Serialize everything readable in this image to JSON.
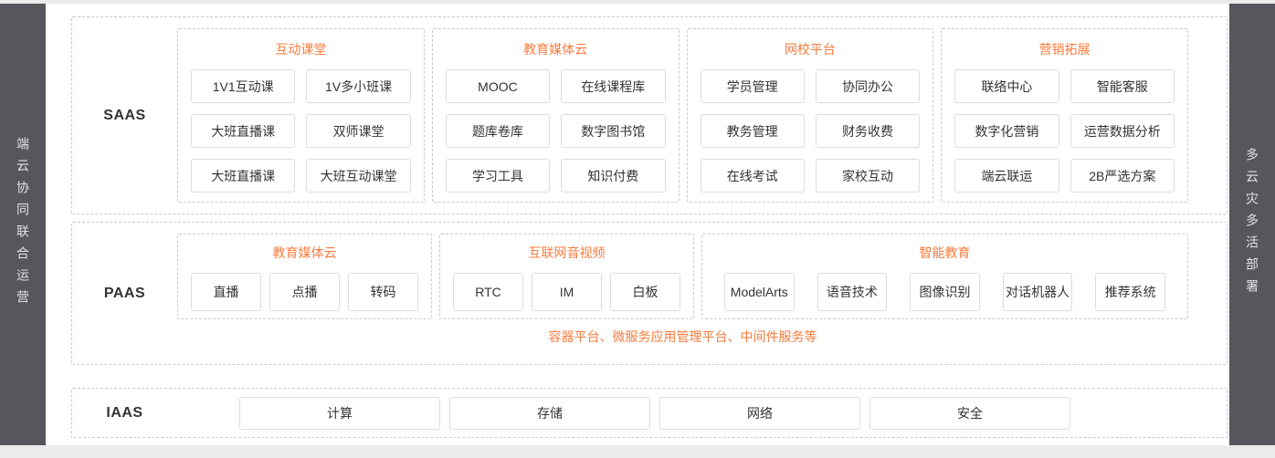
{
  "colors": {
    "accent": "#F87B3D",
    "sidebar_bg": "#57565C",
    "sidebar_text": "#E2E2E5",
    "node_border": "#DDDDDD",
    "dashed_border": "#C9C9C9",
    "text": "#333333",
    "main_bg": "#FFFFFF",
    "edge_bg": "#EBEBEB"
  },
  "left_banner": {
    "text": "端云协同联合运营"
  },
  "right_banner": {
    "text": "多云灾多活部署"
  },
  "layers": {
    "saas": {
      "label": "SAAS",
      "groups": [
        {
          "title": "互动课堂",
          "items": [
            "1V1互动课",
            "1V多小班课",
            "大班直播课",
            "双师课堂",
            "大班直播课",
            "大班互动课堂"
          ]
        },
        {
          "title": "教育媒体云",
          "items": [
            "MOOC",
            "在线课程库",
            "题库卷库",
            "数字图书馆",
            "学习工具",
            "知识付费"
          ]
        },
        {
          "title": "网校平台",
          "items": [
            "学员管理",
            "协同办公",
            "教务管理",
            "财务收费",
            "在线考试",
            "家校互动"
          ]
        },
        {
          "title": "营销拓展",
          "items": [
            "联络中心",
            "智能客服",
            "数字化营销",
            "运营数据分析",
            "端云联运",
            "2B严选方案"
          ]
        }
      ]
    },
    "paas": {
      "label": "PAAS",
      "groups": [
        {
          "title": "教育媒体云",
          "items": [
            "直播",
            "点播",
            "转码"
          ]
        },
        {
          "title": "互联网音视频",
          "items": [
            "RTC",
            "IM",
            "白板"
          ]
        },
        {
          "title": "智能教育",
          "items": [
            "ModelArts",
            "语音技术",
            "图像识别",
            "对话机器人",
            "推荐系统"
          ]
        }
      ],
      "note": "容器平台、微服务应用管理平台、中间件服务等"
    },
    "iaas": {
      "label": "IAAS",
      "items": [
        "计算",
        "存储",
        "网络",
        "安全"
      ]
    }
  }
}
